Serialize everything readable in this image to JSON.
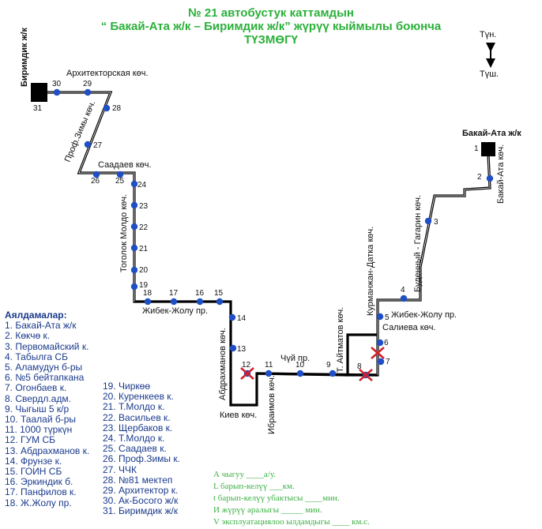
{
  "header": {
    "line1": "№ 21 автобустук каттамдын",
    "line2": "“ Бакай-Ата ж/к – Биримдик ж/к” жүрүү кыймылы боюнча",
    "line3": "ТҮЗМӨГҮ"
  },
  "compass": {
    "north": "Түн.",
    "south": "Түш."
  },
  "terminals": {
    "start": "Бакай-Ата ж/к",
    "end": "Биримдик ж/к"
  },
  "streets": {
    "arkhitektorskaya": "Архитекторская көч.",
    "prof_zimy": "Проф.Зимы көч.",
    "saadaev": "Саадаев көч.",
    "togolok_moldo": "Тоголок Молдо көч.",
    "jibek_jolu_left": "Жибек-Жолу пр.",
    "abdrakhmanov": "Абдрахманов көч.",
    "kiev": "Киев көч.",
    "ibraimov": "Ибраимов көч.",
    "chuy": "Чүй пр.",
    "aitmatov": "Т. Айтматов көч.",
    "kurmanjan": "Курманжан-Датка көч.",
    "jibek_jolu_right": "Жибек-Жолу пр.",
    "salieva": "Салиева көч.",
    "budenny": "Буденный - Гагарин көч.",
    "bakai_ata": "Бакай-Ата көч."
  },
  "stop_numbers": [
    "1",
    "2",
    "3",
    "4",
    "5",
    "6",
    "7",
    "8",
    "9",
    "10",
    "11",
    "12",
    "13",
    "14",
    "15",
    "16",
    "17",
    "18",
    "19",
    "20",
    "21",
    "22",
    "23",
    "24",
    "25",
    "26",
    "27",
    "28",
    "29",
    "30",
    "31"
  ],
  "closed_stops": [
    "6",
    "8",
    "12"
  ],
  "legend": {
    "heading": "Аялдамалар:",
    "items": [
      "1. Бакай-Ата ж/к",
      "2. Көкчө к.",
      "3. Первомайский к.",
      "4. Табылга СБ",
      "5. Аламудун б-ры",
      "6. №5 бейтапкана",
      "7. Огонбаев к.",
      "8. Свердл.адм.",
      "9. Чыгыш 5 к/р",
      "10. Таалай б-ры",
      "11. 1000 түркүн",
      "12. ГУМ СБ",
      "13. Абдрахманов к.",
      "14. Фрунзе к.",
      "15. ГОИН СБ",
      "16. Эркиндик б.",
      "17. Панфилов к.",
      "18. Ж.Жолу пр.",
      "19. Чиркөө",
      "20. Куренкеев к.",
      "21. Т.Молдо к.",
      "22. Васильев к.",
      "23. Щербаков к.",
      "24. Т.Молдо к.",
      "25. Саадаев к.",
      "26. Проф.Зимы к.",
      "27. ЧЧК",
      "28. №81 мектеп",
      "29. Архитектор к.",
      "30. Ак-Босого ж/к",
      "31. Биримдик ж/к"
    ]
  },
  "params": [
    "А чыгуу ____а/у.",
    "L барып-келүү ___км.",
    "t барып-келүү убактысы ____мин.",
    "И жүрүү аралыгы _____ мин.",
    "V эксплуатациялоо ылдамдыгы ____ км.с."
  ],
  "colors": {
    "title": "#2bb03a",
    "stop": "#1f4fc4",
    "closed": "#d0202a",
    "route": "#000000",
    "legend": "#1a3a8c",
    "params": "#3cb043"
  }
}
